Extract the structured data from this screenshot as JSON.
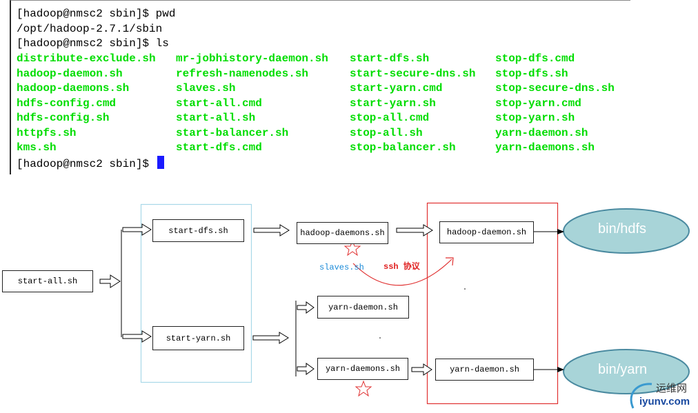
{
  "terminal": {
    "prompt_lines": [
      "[hadoop@nmsc2 sbin]$ pwd",
      "/opt/hadoop-2.7.1/sbin",
      "[hadoop@nmsc2 sbin]$ ls"
    ],
    "final_prompt": "[hadoop@nmsc2 sbin]$ ",
    "ls_columns": [
      [
        "distribute-exclude.sh",
        "hadoop-daemon.sh",
        "hadoop-daemons.sh",
        "hdfs-config.cmd",
        "hdfs-config.sh",
        "httpfs.sh",
        "kms.sh"
      ],
      [
        "mr-jobhistory-daemon.sh",
        "refresh-namenodes.sh",
        "slaves.sh",
        "start-all.cmd",
        "start-all.sh",
        "start-balancer.sh",
        "start-dfs.cmd"
      ],
      [
        "start-dfs.sh",
        "start-secure-dns.sh",
        "start-yarn.cmd",
        "start-yarn.sh",
        "stop-all.cmd",
        "stop-all.sh",
        "stop-balancer.sh"
      ],
      [
        "stop-dfs.cmd",
        "stop-dfs.sh",
        "stop-secure-dns.sh",
        "stop-yarn.cmd",
        "stop-yarn.sh",
        "yarn-daemon.sh",
        "yarn-daemons.sh"
      ]
    ],
    "colors": {
      "ls_text": "#00dd00",
      "cursor": "#1a1aff"
    }
  },
  "diagram": {
    "boxes": {
      "start_all": "start-all.sh",
      "start_dfs": "start-dfs.sh",
      "start_yarn": "start-yarn.sh",
      "hadoop_daemons": "hadoop-daemons.sh",
      "hadoop_daemon": "hadoop-daemon.sh",
      "yarn_daemon_top": "yarn-daemon.sh",
      "yarn_daemons": "yarn-daemons.sh",
      "yarn_daemon_right": "yarn-daemon.sh"
    },
    "ellipses": {
      "hdfs": "bin/hdfs",
      "yarn": "bin/yarn"
    },
    "notes": {
      "slaves": "slaves.sh",
      "ssh": "ssh 协议"
    },
    "colors": {
      "cyan_region": "#a8d8e8",
      "red_region": "#e03030",
      "ellipse_fill": "#a8d4d8",
      "ellipse_stroke": "#4a8aa0",
      "slaves_text": "#1a8ad8",
      "ssh_text": "#e02020"
    }
  },
  "watermark": {
    "line1": "运维网",
    "line2": "iyunv.com"
  }
}
